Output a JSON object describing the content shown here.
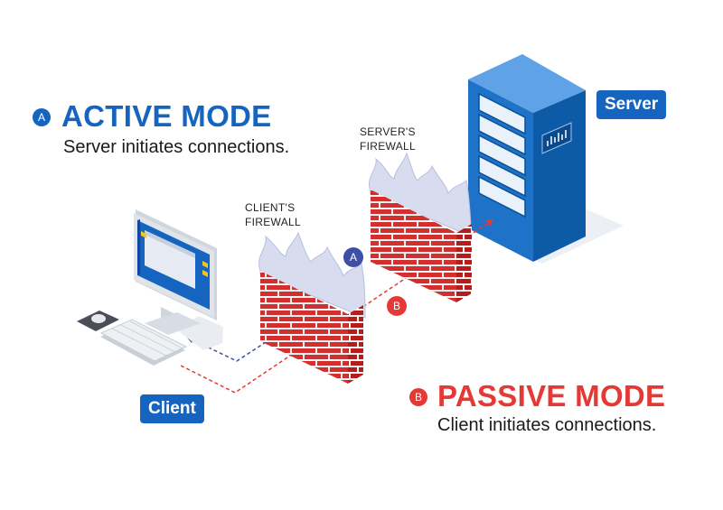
{
  "active": {
    "badge": "A",
    "title": "ACTIVE MODE",
    "description": "Server initiates connections.",
    "color": "#1565c0"
  },
  "passive": {
    "badge": "B",
    "title": "PASSIVE MODE",
    "description": "Client initiates connections.",
    "color": "#e53935"
  },
  "firewalls": {
    "client_line1": "CLIENT'S",
    "client_line2": "FIREWALL",
    "server_line1": "SERVER'S",
    "server_line2": "FIREWALL"
  },
  "paths": {
    "active_badge": "A",
    "active_color": "#3f4fa8",
    "passive_badge": "B",
    "passive_color": "#e53935"
  },
  "nodes": {
    "server_label": "Server",
    "client_label": "Client"
  }
}
